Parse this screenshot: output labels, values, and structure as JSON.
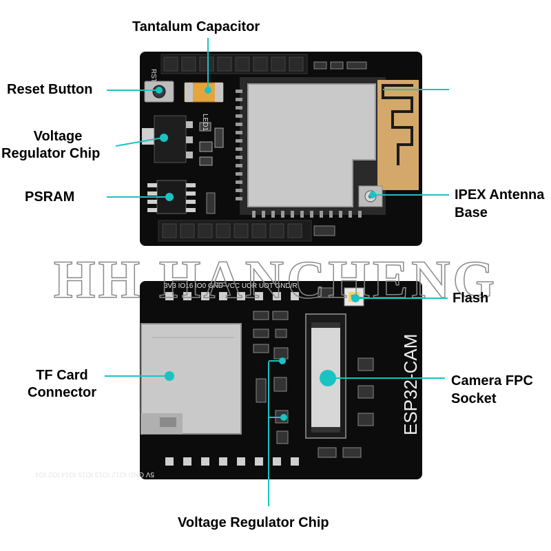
{
  "board_top": {
    "pin_label": "RST",
    "led_label": "LED1"
  },
  "board_bottom": {
    "pin_row_top": "3V3 IO16 IO0 GND VCC  UOR UOT GND/R",
    "pin_row_bottom": "5V  GND IO12 IO13 IO15 IO14 IO2 IO4",
    "silkscreen": "ESP32-CAM"
  },
  "watermark": "HH HANCHENG",
  "labels": {
    "tantalum_capacitor": "Tantalum Capacitor",
    "reset_button": "Reset Button",
    "voltage_regulator_top_line1": "Voltage",
    "voltage_regulator_top_line2": "Regulator Chip",
    "psram": "PSRAM",
    "ipex_line1": "IPEX Antenna",
    "ipex_line2": "Base",
    "flash": "Flash",
    "tf_line1": "TF Card",
    "tf_line2": "Connector",
    "camera_line1": "Camera FPC",
    "camera_line2": "Socket",
    "voltage_regulator_bottom": "Voltage Regulator Chip"
  },
  "colors": {
    "pcb": "#0c0c0c",
    "callout": "#19c3c3",
    "shield": "#c9c9c9",
    "antenna": "#d3a86a",
    "header": "#1d1d1d",
    "pad": "#cfcfcf"
  }
}
